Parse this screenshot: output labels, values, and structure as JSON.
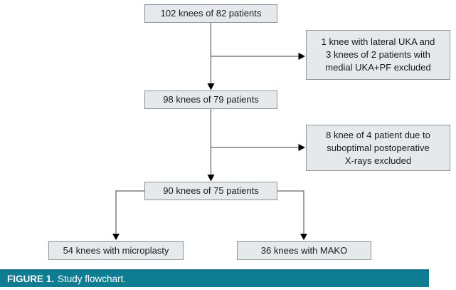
{
  "figure": {
    "caption_label": "FIGURE 1.",
    "caption_text": "Study flowchart.",
    "caption_bg": "#0e7d93",
    "caption_text_color": "#ffffff"
  },
  "flowchart": {
    "colors": {
      "box_fill": "#e5e9ec",
      "box_border": "#8f9498",
      "connector_line": "#3f3f3f",
      "arrowhead": "#000000"
    },
    "nodes": {
      "n102": {
        "label": "102 knees of 82 patients"
      },
      "excl1": {
        "lines": [
          "1 knee with lateral UKA and",
          "3 knees of 2 patients with",
          "medial UKA+PF excluded"
        ]
      },
      "n98": {
        "label": "98 knees of 79 patients"
      },
      "excl2": {
        "lines": [
          "8 knee of 4 patient due to",
          "suboptimal postoperative",
          "X-rays excluded"
        ]
      },
      "n90": {
        "label": "90 knees of 75 patients"
      },
      "microplasty": {
        "label": "54 knees with microplasty"
      },
      "mako": {
        "label": "36 knees with MAKO"
      }
    }
  }
}
